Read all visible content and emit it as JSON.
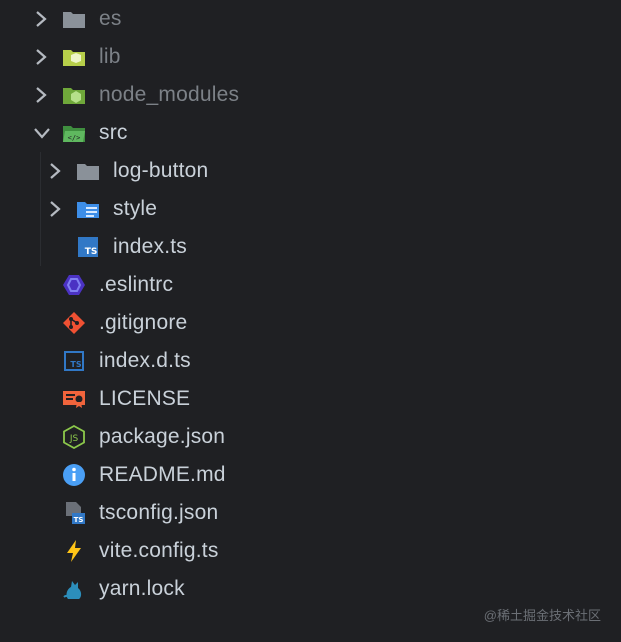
{
  "explorer": {
    "items": [
      {
        "label": "es",
        "type": "folder",
        "expanded": false,
        "ignored": true
      },
      {
        "label": "lib",
        "type": "folder",
        "expanded": false,
        "ignored": true
      },
      {
        "label": "node_modules",
        "type": "folder",
        "expanded": false,
        "ignored": true
      },
      {
        "label": "src",
        "type": "folder",
        "expanded": true,
        "ignored": false
      },
      {
        "label": "log-button",
        "type": "folder",
        "expanded": false,
        "ignored": false
      },
      {
        "label": "style",
        "type": "folder",
        "expanded": false,
        "ignored": false
      },
      {
        "label": "index.ts",
        "type": "file",
        "ignored": false
      },
      {
        "label": ".eslintrc",
        "type": "file",
        "ignored": false
      },
      {
        "label": ".gitignore",
        "type": "file",
        "ignored": false
      },
      {
        "label": "index.d.ts",
        "type": "file",
        "ignored": false
      },
      {
        "label": "LICENSE",
        "type": "file",
        "ignored": false
      },
      {
        "label": "package.json",
        "type": "file",
        "ignored": false
      },
      {
        "label": "README.md",
        "type": "file",
        "ignored": false
      },
      {
        "label": "tsconfig.json",
        "type": "file",
        "ignored": false
      },
      {
        "label": "vite.config.ts",
        "type": "file",
        "ignored": false
      },
      {
        "label": "yarn.lock",
        "type": "file",
        "ignored": false
      }
    ]
  },
  "watermark": "@稀土掘金技术社区",
  "colors": {
    "background": "#1f2023",
    "text": "#c9d1d9",
    "ignored_text": "#7c8187",
    "typescript": "#3178c6",
    "git": "#f05133",
    "license": "#f0643c",
    "node": "#8cc84b",
    "info": "#4a9ff5",
    "vite": "#ffc517"
  }
}
